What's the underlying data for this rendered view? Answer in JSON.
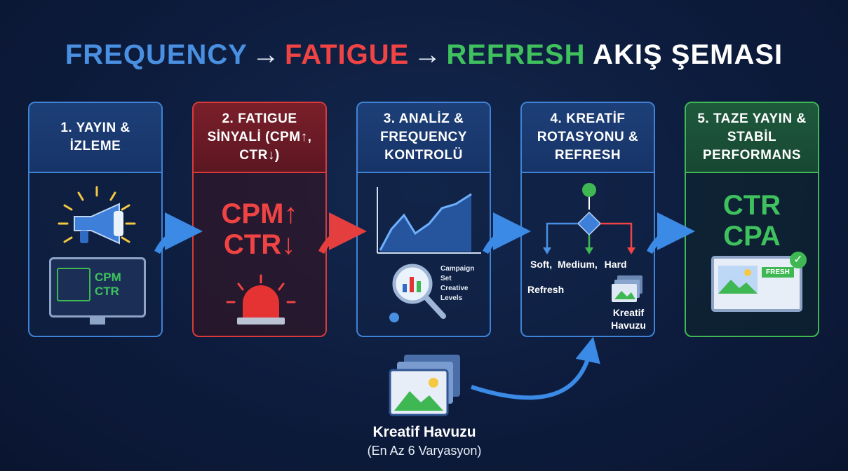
{
  "title": {
    "part1": "FREQUENCY",
    "arrow": "→",
    "part2": "FATIGUE",
    "part3": "REFRESH",
    "part4": "AKIŞ ŞEMASI"
  },
  "colors": {
    "blue": "#4a90e2",
    "red": "#f04444",
    "green": "#3fc15e",
    "accent_arrow": "#3b8ae6"
  },
  "cards": [
    {
      "heading": "1. YAYIN & İZLEME",
      "monitor_lines": [
        "CPM",
        "CTR"
      ],
      "icon": "megaphone-icon"
    },
    {
      "heading": "2. FATIGUE SİNYALİ (CPM↑, CTR↓)",
      "big_lines": [
        "CPM↑",
        "CTR↓"
      ],
      "icon": "siren-icon"
    },
    {
      "heading": "3. ANALİZ & FREQUENCY KONTROLÜ",
      "icon": "magnifier-chart-icon",
      "levels": [
        "Campaign",
        "Set",
        "Creative",
        "Levels"
      ]
    },
    {
      "heading": "4. KREATİF ROTASYONU & REFRESH",
      "branches": [
        "Soft,",
        "Medium,",
        "Hard"
      ],
      "refresh_label": "Refresh",
      "pool_label": "Kreatif Havuzu",
      "icon": "flowchart-icon"
    },
    {
      "heading": "5. TAZE YAYIN & STABİL PERFORMANS",
      "big_lines": [
        "CTR",
        "CPA"
      ],
      "badge": "FRESH",
      "icon": "check-icon"
    }
  ],
  "pool": {
    "label": "Kreatif Havuzu",
    "sublabel": "(En Az 6 Varyasyon)",
    "icon": "image-stack-icon"
  }
}
